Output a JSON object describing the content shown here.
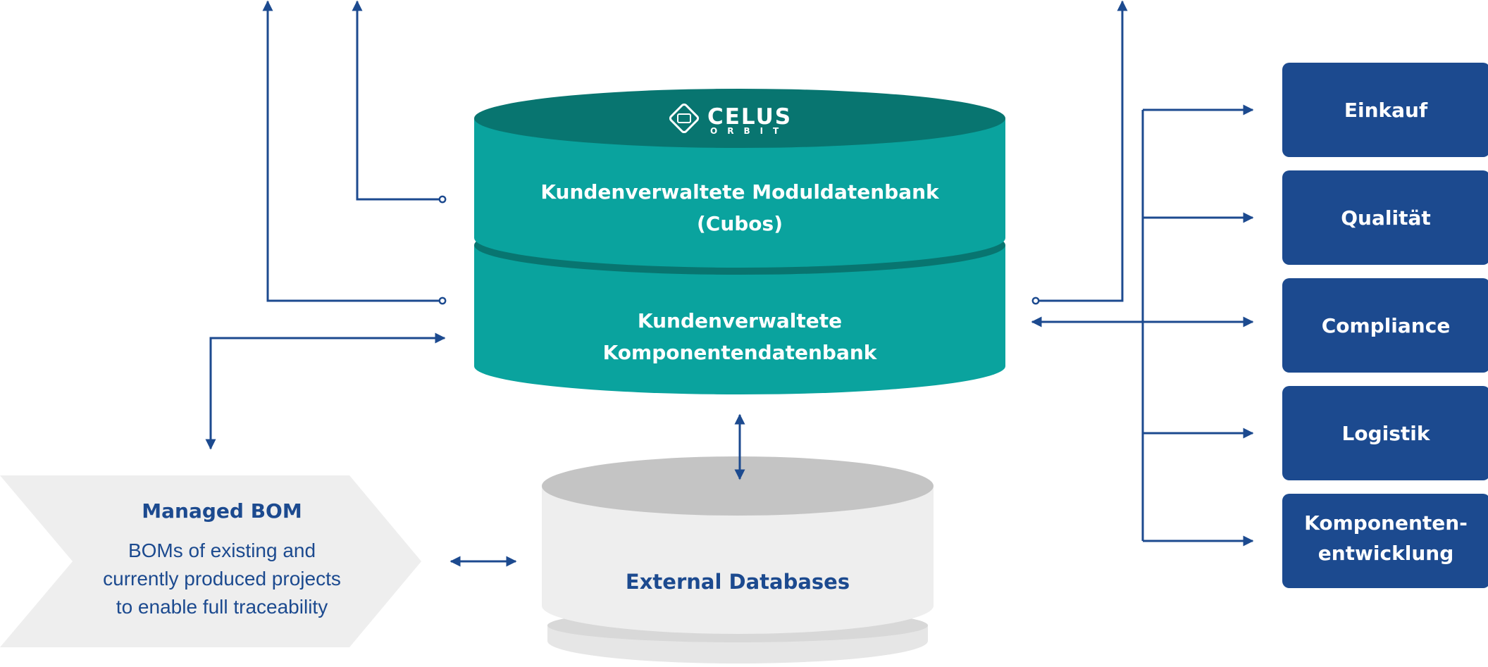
{
  "logo": {
    "brand": "CELUS",
    "sub": "ORBIT"
  },
  "database": {
    "module_db": {
      "line1": "Kundenverwaltete Moduldatenbank",
      "line2": "(Cubos)"
    },
    "component_db": {
      "line1": "Kundenverwaltete",
      "line2": "Komponentendatenbank"
    }
  },
  "external_db": {
    "label": "External Databases"
  },
  "managed_bom": {
    "title": "Managed BOM",
    "line1": "BOMs of existing and",
    "line2": "currently produced projects",
    "line3": "to enable full traceability"
  },
  "departments": [
    {
      "label": "Einkauf"
    },
    {
      "label": "Qualität"
    },
    {
      "label": "Compliance"
    },
    {
      "label": "Logistik"
    },
    {
      "label": "Komponenten-",
      "label2": "entwicklung"
    }
  ],
  "colors": {
    "teal": "#0aa39e",
    "teal_dark": "#087570",
    "navy": "#1c4a8f",
    "grey_top": "#c4c4c4",
    "grey_body": "#eeeeee"
  }
}
